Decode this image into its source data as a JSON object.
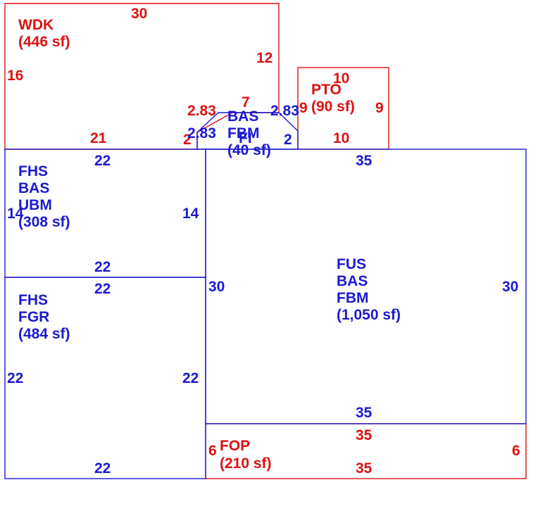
{
  "colors": {
    "red": "#dd1111",
    "blue": "#1a1ad0"
  },
  "areas": {
    "wdk": {
      "lines": [
        "WDK",
        "(446 sf)"
      ]
    },
    "pto": {
      "lines": [
        "PTO",
        "(90 sf)"
      ]
    },
    "bas_small": {
      "lines": [
        "BAS",
        "FBM",
        "(40 sf)"
      ],
      "overlap": "FI"
    },
    "fhs_bas": {
      "lines": [
        "FHS",
        "BAS",
        "UBM",
        "(308 sf)"
      ]
    },
    "fhs_fgr": {
      "lines": [
        "FHS",
        "FGR",
        "(484 sf)"
      ]
    },
    "fus": {
      "lines": [
        "FUS",
        "BAS",
        "FBM",
        "(1,050 sf)"
      ]
    },
    "fop": {
      "lines": [
        "FOP",
        "(210 sf)"
      ]
    }
  },
  "dimensions": {
    "wdk_top": "30",
    "wdk_left": "16",
    "wdk_right": "12",
    "wdk_bottom": "21",
    "wdk_notch_top": "7",
    "wdk_diag_left": "2.83",
    "wdk_step": "2",
    "pto_top": "10",
    "pto_left": "9",
    "pto_right": "9",
    "pto_bottom": "10",
    "bas_diag_left": "2.83",
    "bas_diag_right": "2.83",
    "bas_right": "2",
    "fhs1_top": "22",
    "fhs1_left": "14",
    "fhs1_right": "14",
    "fhs1_bottom": "22",
    "fhs2_top": "22",
    "fhs2_left": "22",
    "fhs2_right": "22",
    "fhs2_bottom": "22",
    "fus_top": "35",
    "fus_left": "30",
    "fus_right": "30",
    "fus_bottom": "35",
    "fop_top": "35",
    "fop_left": "6",
    "fop_right": "6",
    "fop_bottom": "35"
  }
}
